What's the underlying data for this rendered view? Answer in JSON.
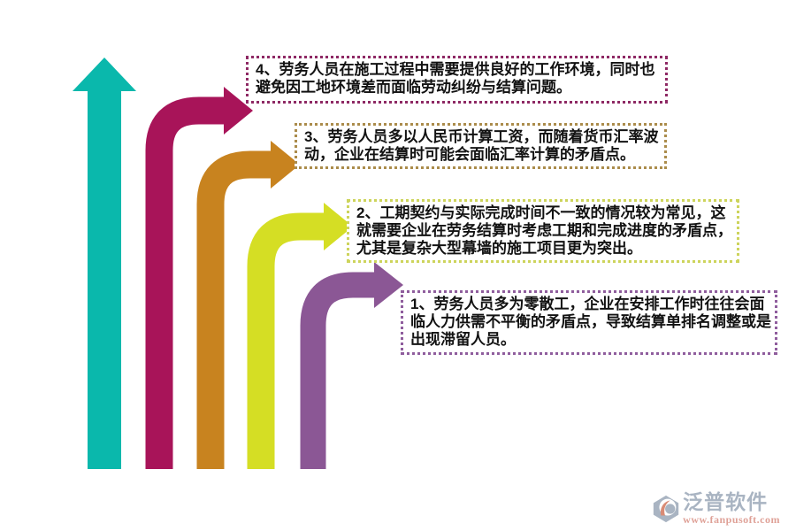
{
  "boxes": [
    {
      "number": "4",
      "text": "4、劳务人员在施工过程中需要提供良好的工作环境，同时也避免因工地环境差而面临劳动纠纷与结算问题。",
      "border_color": "#8e2964"
    },
    {
      "number": "3",
      "text": "3、劳务人员多以人民币计算工资，而随着货币汇率波动，企业在结算时可能会面临汇率计算的矛盾点。",
      "border_color": "#ab8c4b"
    },
    {
      "number": "2",
      "text": "2、工期契约与实际完成时间不一致的情况较为常见，这就需要企业在劳务结算时考虑工期和完成进度的矛盾点，尤其是复杂大型幕墙的施工项目更为突出。",
      "border_color": "#cdd45c"
    },
    {
      "number": "1",
      "text": "1、劳务人员多为零散工，企业在安排工作时往往会面临人力供需不平衡的矛盾点，导致结算单排名调整或是出现滞留人员。",
      "border_color": "#8f5d9d"
    }
  ],
  "arrows": {
    "axis_color": "#0ab8ac",
    "item4_color": "#a81459",
    "item3_color": "#c8831f",
    "item2_color": "#d5de24",
    "item1_color": "#8b5795"
  },
  "logo": {
    "name": "泛普软件",
    "url": "www.fanpusoft.com",
    "name_color": "#a9b4c2",
    "url_color": "#dfa197",
    "icon_color": "#a9b4c2",
    "icon_accent_color": "#d98b75"
  }
}
